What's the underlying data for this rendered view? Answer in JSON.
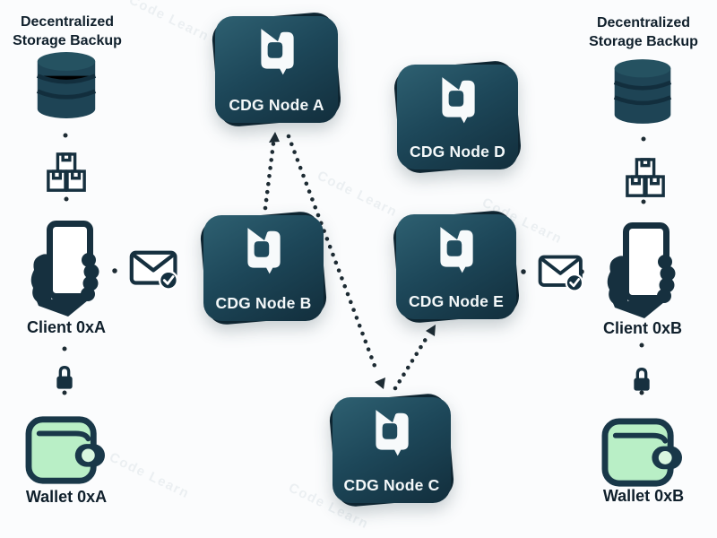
{
  "diagram": {
    "title_implicit": "CDG decentralized node network",
    "watermark": "Code Learn",
    "left": {
      "storage_label": "Decentralized Storage Backup",
      "client_label": "Client 0xA",
      "wallet_label": "Wallet 0xA"
    },
    "right": {
      "storage_label": "Decentralized Storage Backup",
      "client_label": "Client 0xB",
      "wallet_label": "Wallet 0xB"
    },
    "nodes": {
      "a": {
        "label": "CDG Node A"
      },
      "b": {
        "label": "CDG Node B"
      },
      "c": {
        "label": "CDG Node C"
      },
      "d": {
        "label": "CDG Node D"
      },
      "e": {
        "label": "CDG Node E"
      }
    },
    "connections": [
      "CDG Node B -> CDG Node A (dotted arrow)",
      "CDG Node A -> CDG Node C (dotted arrow)",
      "CDG Node C -> CDG Node E (dotted arrow)",
      "Client 0xA <-> CDG Node B via verified message",
      "CDG Node E <-> Client 0xB via verified message",
      "Storage Backup -> packages -> Client (dotted)",
      "Client -> lock -> Wallet (dotted)"
    ],
    "colors": {
      "node_teal": "#1d4759",
      "node_back": "#0e2531",
      "icon_ink": "#16303f",
      "wallet_green": "#b9efc6",
      "line_ink": "#1d2b33",
      "text_ink": "#10202c",
      "node_text": "#f4f8f9"
    }
  }
}
